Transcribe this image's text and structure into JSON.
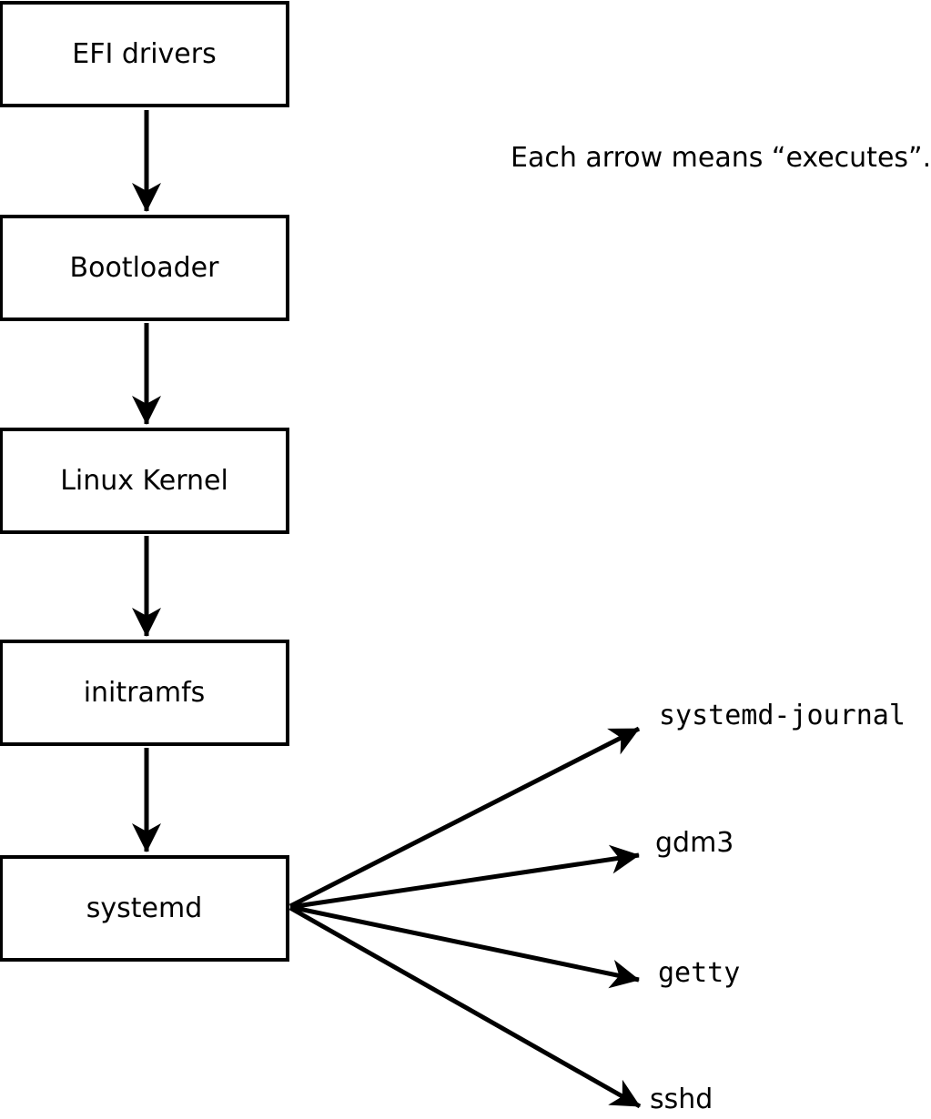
{
  "note": "Each arrow means “executes”.",
  "boot_chain": [
    {
      "label": "EFI drivers"
    },
    {
      "label": "Bootloader"
    },
    {
      "label": "Linux Kernel"
    },
    {
      "label": "initramfs"
    },
    {
      "label": "systemd"
    }
  ],
  "spawned_processes": [
    {
      "label": "systemd-journal"
    },
    {
      "label": "gdm3"
    },
    {
      "label": "getty"
    },
    {
      "label": "sshd"
    }
  ],
  "colors": {
    "line": "#000000",
    "box_border": "#000000",
    "box_fill": "#ffffff",
    "background": "#ffffff",
    "text": "#000000"
  }
}
